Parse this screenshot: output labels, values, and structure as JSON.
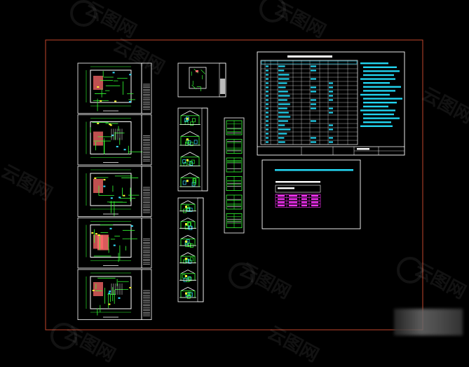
{
  "colors": {
    "background": "#000000",
    "frame": "#c2462c",
    "sheet_border": "#ffffff",
    "plan_lines": "#33ff33",
    "plan_walls": "#ffffff",
    "plan_fill": "#ff6b6b",
    "plan_cyan": "#33e0ff",
    "plan_yellow": "#ffff33",
    "schedule_cyan": "#22d3ee",
    "schedule_magenta": "#ff33ff",
    "watermark": "#ffffff"
  },
  "watermark_text": "云图网",
  "drawing": {
    "frame_label": "drawing-frame",
    "plan_sheet_count": 5,
    "elevation_column_1_count": 4,
    "elevation_column_2_count": 6,
    "detail_column_count": 6,
    "schedule_rows": 20,
    "legend_rows": 4
  }
}
